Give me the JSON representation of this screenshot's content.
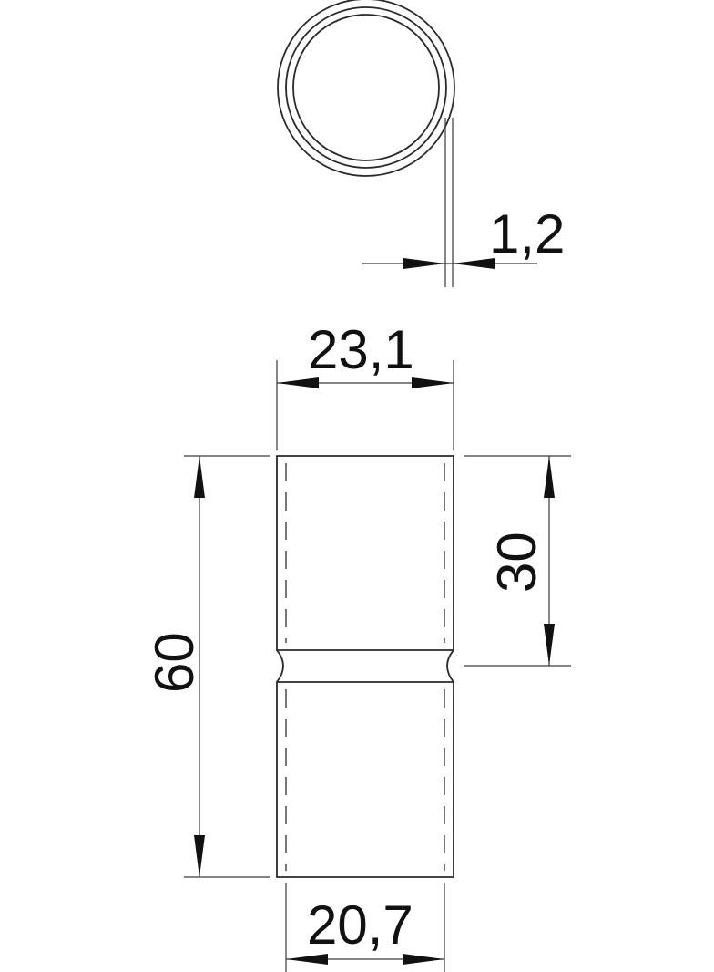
{
  "drawing": {
    "type": "technical-drawing",
    "subject": "pipe coupling sleeve",
    "units": "mm",
    "colors": {
      "line": "#2a2a2a",
      "text": "#111111",
      "background": "#ffffff"
    }
  },
  "views": {
    "top_view": {
      "name": "circular end view",
      "rings": 3
    },
    "side_view": {
      "name": "sleeve elevation with center groove"
    }
  },
  "dimensions": {
    "wall_thickness": "1,2",
    "outer_diameter": "23,1",
    "total_length": "60",
    "half_length": "30",
    "inner_diameter": "20,7"
  }
}
